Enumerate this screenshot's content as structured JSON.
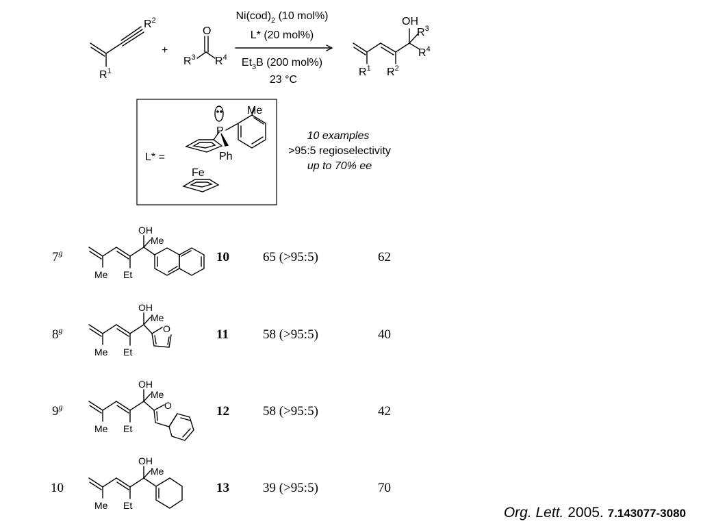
{
  "scheme": {
    "r1": "1",
    "r2": "2",
    "r3": "3",
    "r4": "4",
    "plus": "+",
    "oxygen": "O",
    "oh": "OH",
    "r_letter": "R",
    "conditions": {
      "catalyst": "Ni(cod)",
      "catalyst_sub": "2",
      "catalyst_loading": " (10 mol%)",
      "ligand": "L* (20 mol%)",
      "reductant": "Et",
      "reductant_sub": "3",
      "reductant_tail": "B (200 mol%)",
      "temperature": "23 °C"
    }
  },
  "ligand_box": {
    "label": "L* =",
    "me": "Me",
    "p": "P",
    "ph": "Ph",
    "fe": "Fe",
    "notes": [
      "10 examples",
      ">95:5 regioselectivity",
      "up to 70% ee"
    ]
  },
  "rows": [
    {
      "entry": "7",
      "footnote": "g",
      "compound": "10",
      "yield": "65 (>95:5)",
      "ee": "62",
      "subs": [
        "OH",
        "Me",
        "Me",
        "Et"
      ]
    },
    {
      "entry": "8",
      "footnote": "g",
      "compound": "11",
      "yield": "58 (>95:5)",
      "ee": "40",
      "subs": [
        "OH",
        "Me",
        "Me",
        "Et",
        "O"
      ]
    },
    {
      "entry": "9",
      "footnote": "g",
      "compound": "12",
      "yield": "58 (>95:5)",
      "ee": "42",
      "subs": [
        "OH",
        "Me",
        "Me",
        "Et",
        "O"
      ]
    },
    {
      "entry": "10",
      "footnote": "",
      "compound": "13",
      "yield": "39 (>95:5)",
      "ee": "70",
      "subs": [
        "OH",
        "Me",
        "Me",
        "Et"
      ]
    }
  ],
  "citation": {
    "journal": "Org. Lett.",
    "year": " 2005. ",
    "volume": "7.143077",
    "pages": "-3080"
  }
}
